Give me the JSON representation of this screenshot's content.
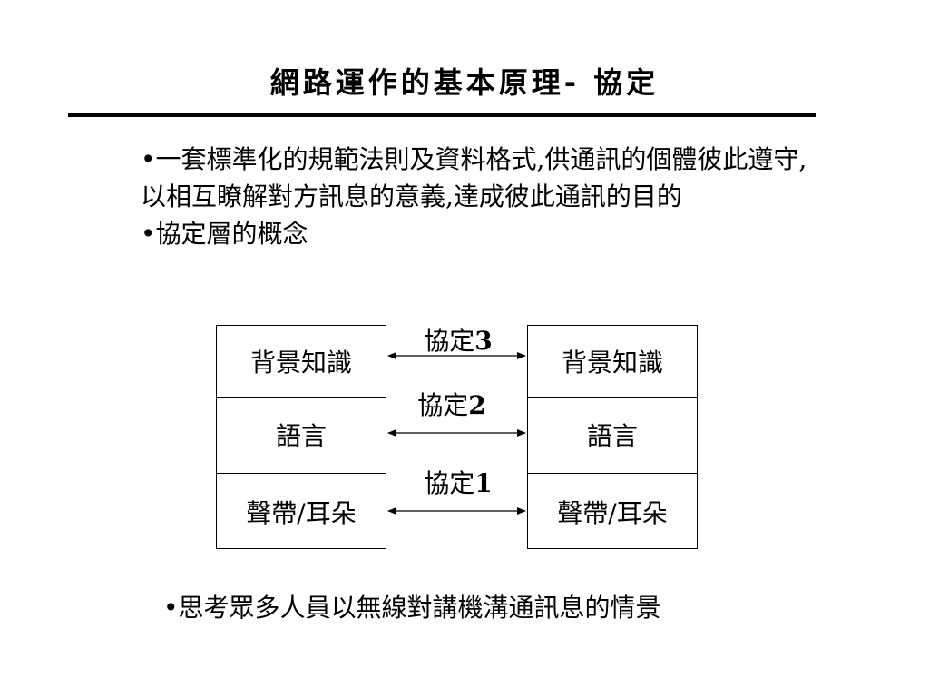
{
  "slide": {
    "title": "網路運作的基本原理-  協定",
    "bullets": [
      "•一套標準化的規範法則及資料格式,供通訊的個體彼此遵守,以相互瞭解對方訊息的意義,達成彼此通訊的目的",
      "•協定層的概念"
    ],
    "diagram": {
      "left_stack": [
        "背景知識",
        "語言",
        "聲帶/耳朵"
      ],
      "right_stack": [
        "背景知識",
        "語言",
        "聲帶/耳朵"
      ],
      "protocols": [
        {
          "prefix": "協定",
          "number": "3"
        },
        {
          "prefix": "協定",
          "number": "2"
        },
        {
          "prefix": "協定",
          "number": "1"
        }
      ]
    },
    "bottom_note": "•思考眾多人員以無線對講機溝通訊息的情景"
  }
}
